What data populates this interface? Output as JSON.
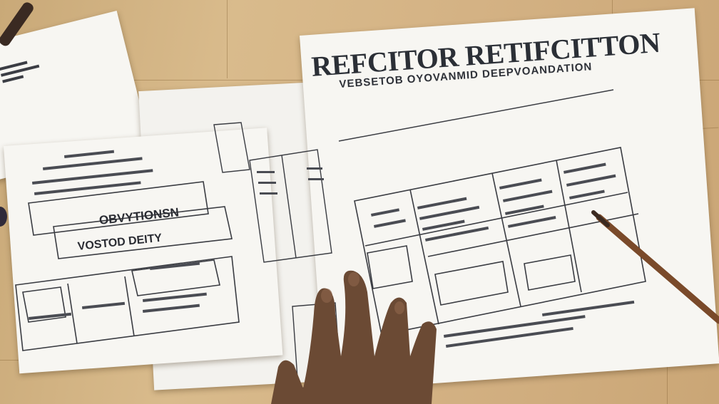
{
  "document": {
    "title": "REFCITOR RETIFCITTON",
    "subtitle": "VEBSETOB OYOVANMID DEEPVOANDATION"
  },
  "forms": {
    "form_a_title": "OBVYTIONSN",
    "form_b_title": "VOSTOD DEITY"
  },
  "colors": {
    "table": "#c9a978",
    "paper": "#f7f6f2",
    "ink": "#2b2f36",
    "skin": "#6b4a34",
    "pencil": "#7a4a2a"
  },
  "icons": {
    "pen": "marker-pen-icon",
    "pencil": "pencil-icon"
  }
}
